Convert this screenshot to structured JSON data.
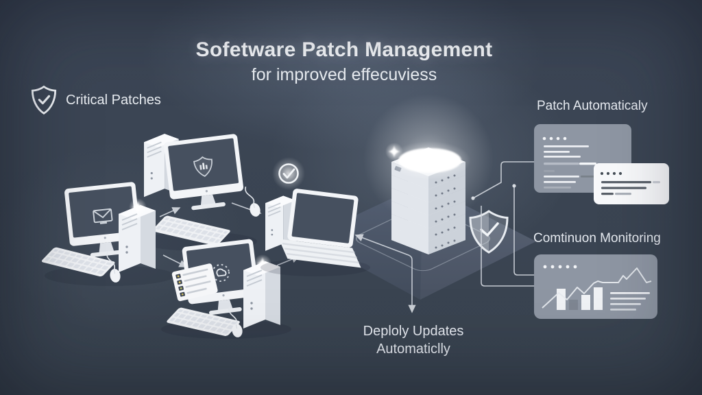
{
  "title": {
    "line1": "Sofetware Patch Management",
    "line2": "for improved effecuviess"
  },
  "labels": {
    "critical_patches": "Critical Patches",
    "patch_automatically": "Patch Automaticaly",
    "continuous_monitoring": "Comtinuon Monitoring",
    "deploy_updates_line1": "Deploly Updates",
    "deploy_updates_line2": "Automaticlly"
  },
  "icons": [
    "shield-check-icon",
    "check-circle-icon",
    "envelope-icon",
    "shield-bars-icon",
    "sync-dots-icon",
    "server-stack",
    "sparkle-glow"
  ],
  "colors": {
    "background": "#3b4554",
    "panel_gray": "#8e96a3",
    "card_white": "#f8f9fb",
    "device_white": "#f2f4f7",
    "screen_dark": "#46505f",
    "connector": "#d5dae1",
    "text": "#e8ecf1",
    "glow": "#ffffff"
  }
}
